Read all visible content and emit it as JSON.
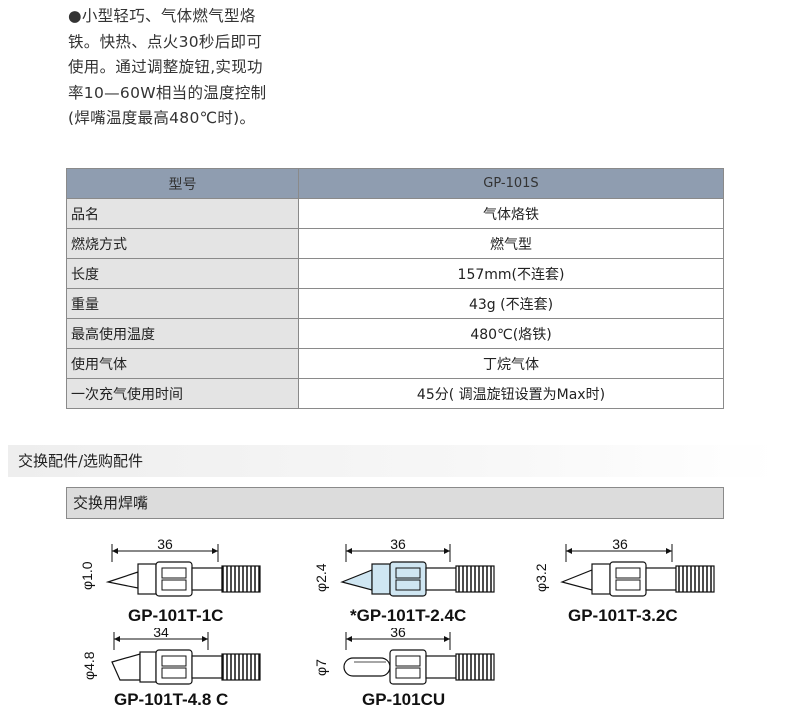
{
  "intro": {
    "lines": [
      "●小型轻巧、气体燃气型烙",
      "铁。快热、点火30秒后即可",
      "使用。通过调整旋钮,实现功",
      "率10—60W相当的温度控制",
      "(焊嘴温度最高480℃时)。"
    ]
  },
  "spec_table": {
    "header": {
      "key": "型号",
      "value": "GP-101S"
    },
    "rows": [
      {
        "key": "品名",
        "value": "气体烙铁"
      },
      {
        "key": "燃烧方式",
        "value": "燃气型"
      },
      {
        "key": "长度",
        "value": "157mm(不连套)"
      },
      {
        "key": "重量",
        "value": "43g (不连套)"
      },
      {
        "key": "最高使用温度",
        "value": "480℃(烙铁)"
      },
      {
        "key": "使用气体",
        "value": "丁烷气体"
      },
      {
        "key": "一次充气使用时间",
        "value": "45分( 调温旋钮设置为Max时)"
      }
    ]
  },
  "section_title": "交换配件/选购配件",
  "sub_title": "交换用焊嘴",
  "tips": [
    {
      "model": "GP-101T-1C",
      "length": "36",
      "diameter": "φ1.0"
    },
    {
      "model": "*GP-101T-2.4C",
      "length": "36",
      "diameter": "φ2.4"
    },
    {
      "model": "GP-101T-3.2C",
      "length": "36",
      "diameter": "φ3.2"
    },
    {
      "model": "GP-101T-4.8 C",
      "length": "34",
      "diameter": "φ4.8"
    },
    {
      "model": "GP-101CU",
      "length": "36",
      "diameter": "φ7"
    }
  ]
}
